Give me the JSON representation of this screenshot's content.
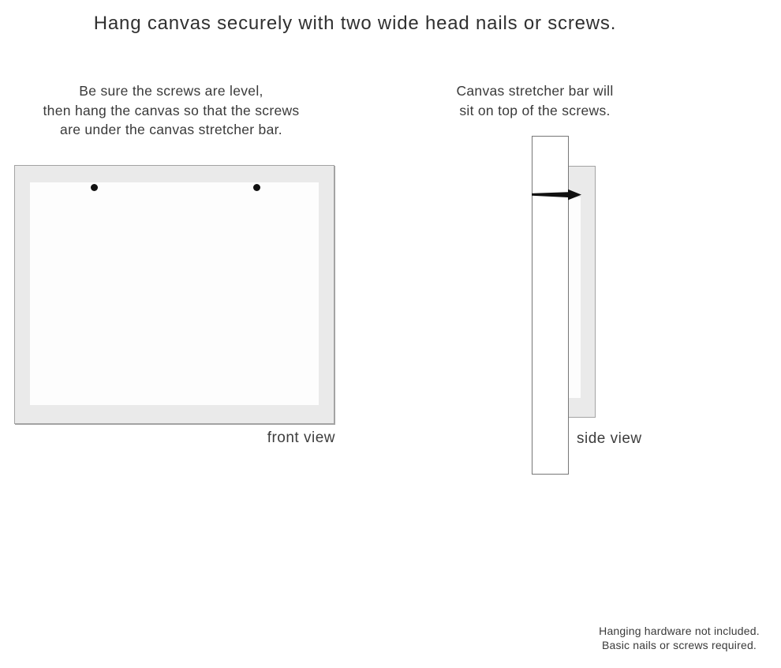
{
  "title": "Hang canvas securely with two wide head nails or screws.",
  "instructions": {
    "front": {
      "lines": [
        "Be sure the screws are level,",
        "then hang the canvas so that the screws",
        "are under the canvas stretcher bar."
      ]
    },
    "side": {
      "lines": [
        "Canvas stretcher bar will",
        "sit on top of the screws."
      ]
    }
  },
  "diagrams": {
    "front_view_label": "front view",
    "side_view_label": "side view"
  },
  "footnote": {
    "lines": [
      "Hanging hardware not included.",
      "Basic nails or screws required."
    ]
  },
  "colors": {
    "canvas_frame_fill": "#eaeaea",
    "canvas_inner_fill": "#fdfdfd",
    "frame_border": "#a3a3a3",
    "wall_border": "#777777",
    "text": "#3a3a3a",
    "nail": "#111111"
  }
}
